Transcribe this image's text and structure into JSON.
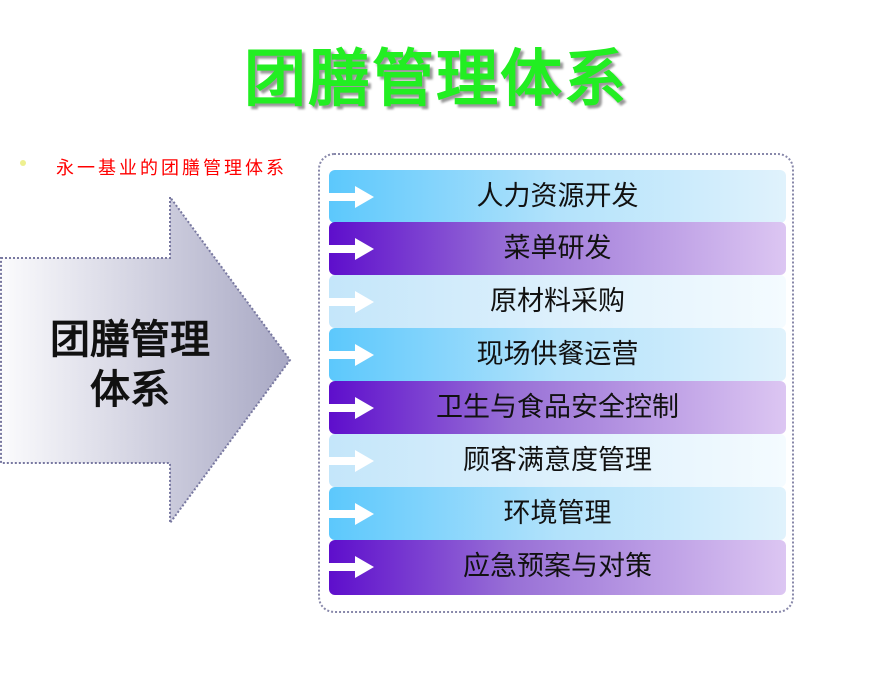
{
  "title": "团膳管理体系",
  "subtitle": "永一基业的团膳管理体系",
  "arrow_text": [
    "团膳管理",
    "体系"
  ],
  "items": [
    {
      "label": "人力资源开发",
      "style": "blue"
    },
    {
      "label": "菜单研发",
      "style": "purple"
    },
    {
      "label": "原材料采购",
      "style": "light"
    },
    {
      "label": "现场供餐运营",
      "style": "blue"
    },
    {
      "label": "卫生与食品安全控制",
      "style": "purple"
    },
    {
      "label": "顾客满意度管理",
      "style": "light"
    },
    {
      "label": "环境管理",
      "style": "blue"
    },
    {
      "label": "应急预案与对策",
      "style": "purple"
    }
  ],
  "colors": {
    "title": "#22ee22",
    "subtitle": "#ff0000"
  }
}
